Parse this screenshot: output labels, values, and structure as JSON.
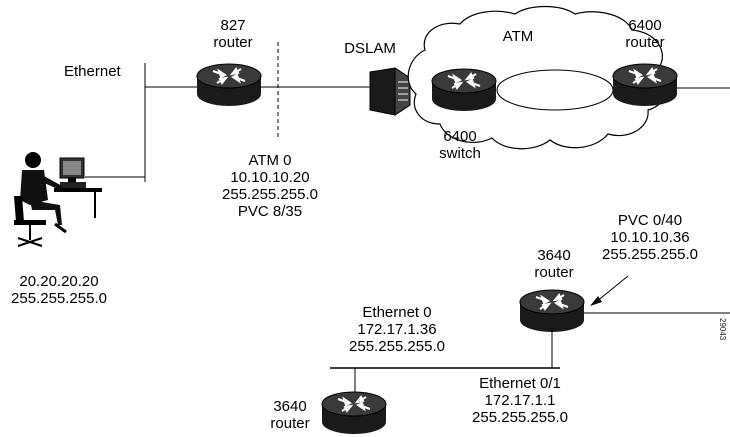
{
  "labels": {
    "ethernet": "Ethernet",
    "r827_line1": "827",
    "r827_line2": "router",
    "dslam": "DSLAM",
    "atm_cloud": "ATM",
    "r6400_line1": "6400",
    "r6400_line2": "router",
    "sw6400_line1": "6400",
    "sw6400_line2": "switch",
    "atm0_name": "ATM 0",
    "atm0_ip": "10.10.10.20",
    "atm0_mask": "255.255.255.0",
    "atm0_pvc": "PVC 8/35",
    "pc_ip": "20.20.20.20",
    "pc_mask": "255.255.255.0",
    "pvc040_name": "PVC 0/40",
    "pvc040_ip": "10.10.10.36",
    "pvc040_mask": "255.255.255.0",
    "r3640a_line1": "3640",
    "r3640a_line2": "router",
    "eth0_name": "Ethernet 0",
    "eth0_ip": "172.17.1.36",
    "eth0_mask": "255.255.255.0",
    "eth01_name": "Ethernet 0/1",
    "eth01_ip": "172.17.1.1",
    "eth01_mask": "255.255.255.0",
    "r3640b_line1": "3640",
    "r3640b_line2": "router",
    "stamp": "29043"
  },
  "icons": [
    "router-icon",
    "dslam-icon",
    "atm-cloud-icon",
    "user-workstation-icon"
  ],
  "colors": {
    "ink": "#000000",
    "router_fill": "#1a1a1a",
    "cloud_fill": "#ffffff"
  }
}
